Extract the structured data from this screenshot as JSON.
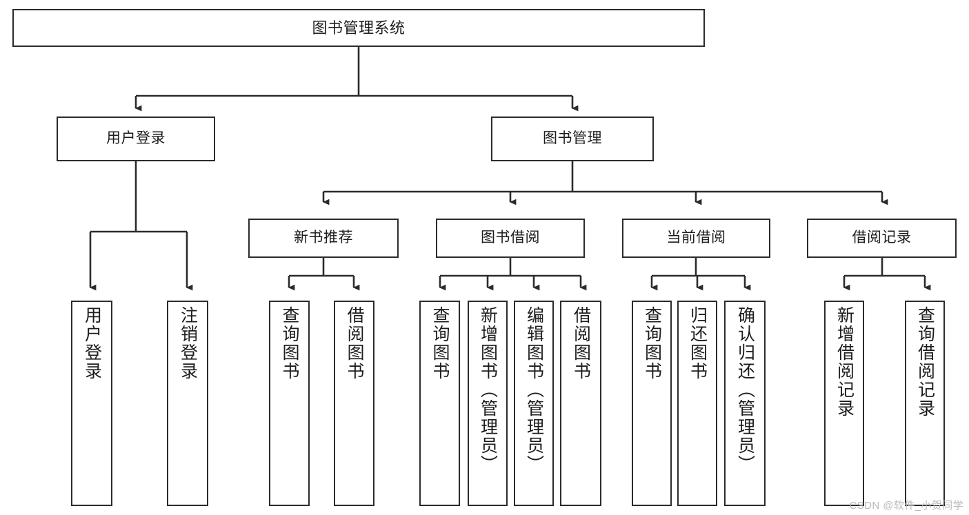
{
  "diagram": {
    "title": "图书管理系统",
    "type": "hierarchy-tree",
    "root": {
      "label": "图书管理系统"
    },
    "level2": [
      {
        "label": "用户登录"
      },
      {
        "label": "图书管理"
      }
    ],
    "level3": [
      {
        "label": "新书推荐"
      },
      {
        "label": "图书借阅"
      },
      {
        "label": "当前借阅"
      },
      {
        "label": "借阅记录"
      }
    ],
    "leaves": [
      {
        "label": "用户登录"
      },
      {
        "label": "注销登录"
      },
      {
        "label": "查询图书"
      },
      {
        "label": "借阅图书"
      },
      {
        "label": "查询图书"
      },
      {
        "label": "新增图书（管理员）"
      },
      {
        "label": "编辑图书（管理员）"
      },
      {
        "label": "借阅图书"
      },
      {
        "label": "查询图书"
      },
      {
        "label": "归还图书"
      },
      {
        "label": "确认归还（管理员）"
      },
      {
        "label": "新增借阅记录"
      },
      {
        "label": "查询借阅记录"
      }
    ]
  },
  "watermark": {
    "text": "CSDN @软件_小贺同学"
  },
  "colors": {
    "stroke": "#2b2b2b",
    "fill": "#ffffff",
    "text": "#1d1d1d",
    "watermark": "#b9b9b9"
  }
}
